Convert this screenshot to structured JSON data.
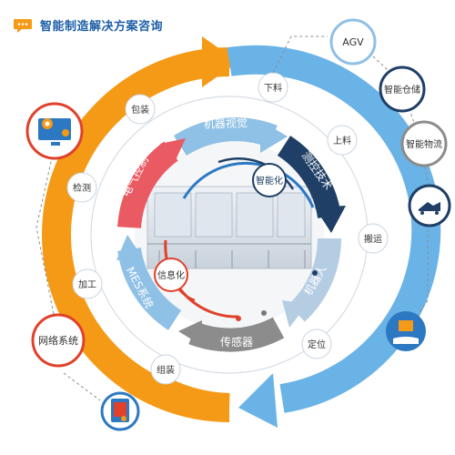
{
  "header": {
    "title": "智能制造解决方案咨询",
    "icon": "chat-bubble-icon"
  },
  "outer_ring_labels": {
    "baozhuang": "包装",
    "xialiao": "下料",
    "shangliao": "上料",
    "banyun": "搬运",
    "dingwei": "定位",
    "zuzhuang": "组装",
    "jiagong": "加工",
    "jiance": "检测"
  },
  "inner_segments": {
    "jiqi_shijue": "机器视觉",
    "cekong_jishu": "测控技术",
    "jiqiren": "机器人",
    "chuanganqi": "传感器",
    "mes_xitong": "MES系统",
    "dianqi_kongzhi": "电气控制"
  },
  "center": {
    "zhinenghua": "智能化",
    "xinxihua": "信息化"
  },
  "right_nodes": {
    "agv": "AGV",
    "zhineng_cangchu": "智能仓储",
    "zhineng_wuliu": "智能物流"
  },
  "left_nodes": {
    "wangluo_xitong": "网络系统"
  },
  "icons": {
    "gear_computer": "gear-computer-icon",
    "delivery": "delivery-vehicles-icon",
    "hand_box": "hand-package-icon",
    "tablet": "tablet-touch-icon"
  },
  "colors": {
    "orange": "#f59a16",
    "light_blue": "#6ab3e6",
    "navy": "#1f3f66",
    "red_segment": "#ea5a63",
    "grey_segment": "#8c8c8c",
    "accent_red": "#e0412b"
  }
}
